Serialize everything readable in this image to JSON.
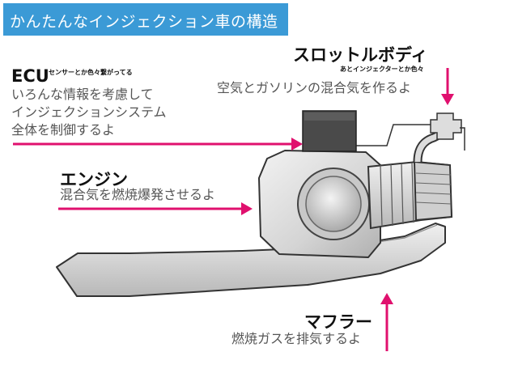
{
  "title": "かんたんなインジェクション車の構造",
  "colors": {
    "accent": "#e0106e",
    "title_bg": "#3b9ad6",
    "ecu_box": "#4a4a4a"
  },
  "ecu": {
    "heading": "ECU",
    "note": "センサーとか色々繋がってる",
    "lines": [
      "いろんな情報を考慮して",
      "インジェクションシステム",
      "全体を制御するよ"
    ]
  },
  "throttle": {
    "heading": "スロットルボディ",
    "note": "あとインジェクターとか色々",
    "desc": "空気とガソリンの混合気を作るよ"
  },
  "engine": {
    "heading": "エンジン",
    "desc": "混合気を燃焼爆発させるよ"
  },
  "muffler": {
    "heading": "マフラー",
    "desc": "燃焼ガスを排気するよ"
  }
}
